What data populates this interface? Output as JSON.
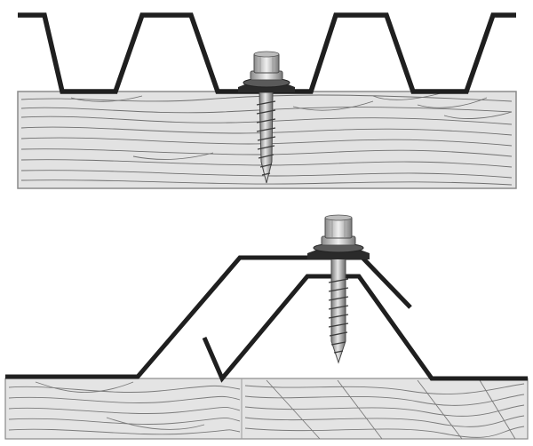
{
  "colors": {
    "background": "#ffffff",
    "sheet_stroke": "#1f1f1f",
    "wood_fill": "#e3e3e3",
    "wood_grain": "#6f6f6f",
    "wood_edge": "#8a8a8a",
    "screw_light": "#dcdcdc",
    "screw_mid": "#a8a8a8",
    "screw_dark": "#4a4a4a",
    "washer_dark": "#2a2a2a"
  },
  "diagrams": [
    {
      "name": "trapezoidal-sheet-crest-fixing",
      "fastener": "hex-head-self-tapping-screw-with-washer",
      "fixing_position": "valley"
    },
    {
      "name": "standing-seam-sheet-fixing",
      "fastener": "hex-head-self-tapping-screw-with-washer",
      "fixing_position": "crest"
    }
  ]
}
